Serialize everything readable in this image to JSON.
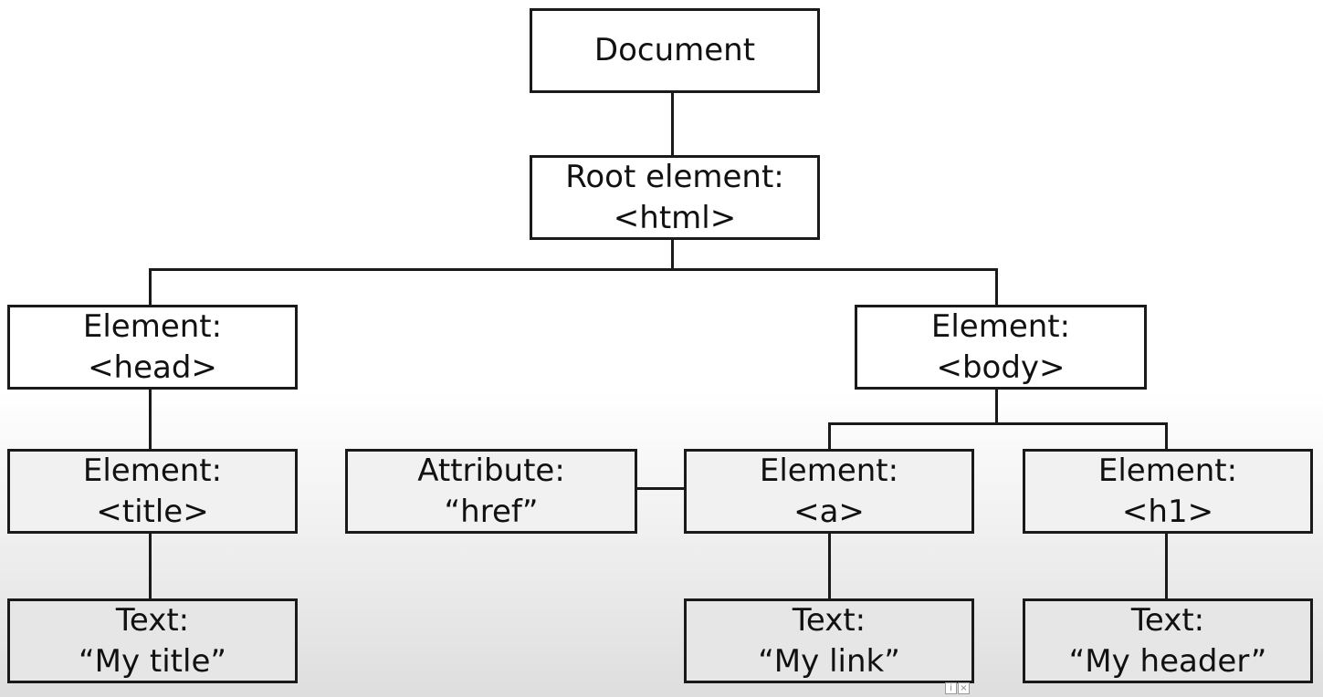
{
  "nodes": {
    "document": {
      "lines": [
        "Document"
      ]
    },
    "root": {
      "lines": [
        "Root element:",
        "<html>"
      ]
    },
    "head": {
      "lines": [
        "Element:",
        "<head>"
      ]
    },
    "body": {
      "lines": [
        "Element:",
        "<body>"
      ]
    },
    "title": {
      "lines": [
        "Element:",
        "<title>"
      ]
    },
    "attribute": {
      "lines": [
        "Attribute:",
        "“href”"
      ]
    },
    "a": {
      "lines": [
        "Element:",
        "<a>"
      ]
    },
    "h1": {
      "lines": [
        "Element:",
        "<h1>"
      ]
    },
    "text_title": {
      "lines": [
        "Text:",
        "“My title”"
      ]
    },
    "text_link": {
      "lines": [
        "Text:",
        "“My link”"
      ]
    },
    "text_header": {
      "lines": [
        "Text:",
        "“My header”"
      ]
    }
  },
  "ad_badge": {
    "info_icon": "info-icon",
    "close_icon": "close-icon"
  }
}
